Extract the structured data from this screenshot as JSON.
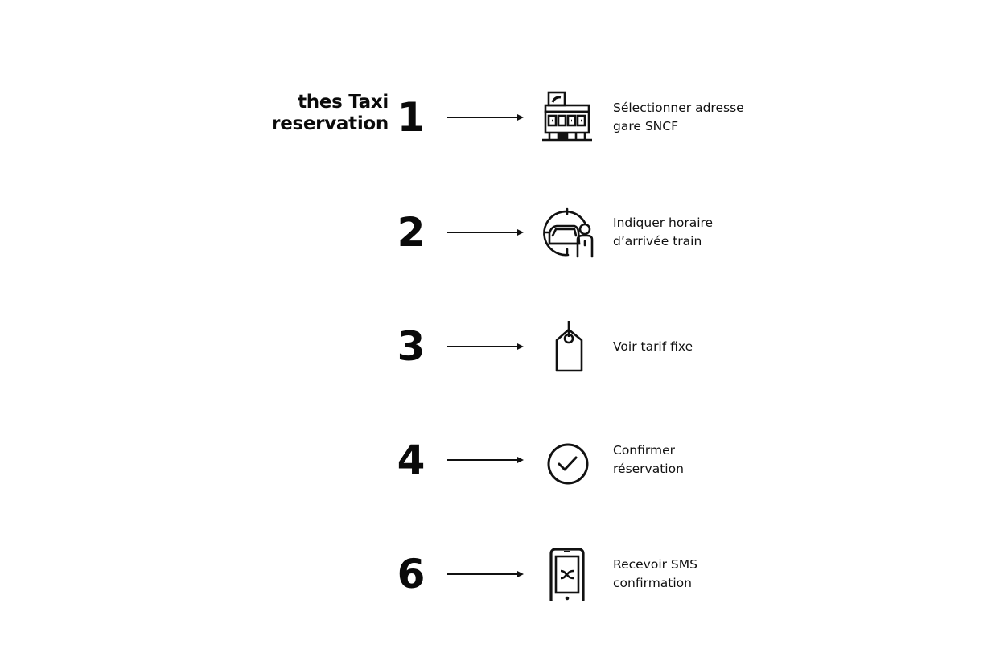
{
  "title": {
    "line1": "thes Taxi",
    "line2": "reservation"
  },
  "colors": {
    "background": "#ffffff",
    "ink": "#0a0a0a"
  },
  "steps": [
    {
      "number": "1",
      "icon": "train-station-building-icon",
      "label_line1": "Sélectionner adresse",
      "label_line2": "gare SNCF"
    },
    {
      "number": "2",
      "icon": "clock-car-driver-icon",
      "label_line1": "Indiquer horaire",
      "label_line2": "d’arrivée train"
    },
    {
      "number": "3",
      "icon": "price-tag-icon",
      "label_line1": "Voir tarif fixe",
      "label_line2": ""
    },
    {
      "number": "4",
      "icon": "check-circle-icon",
      "label_line1": "Confirmer",
      "label_line2": "réservation"
    },
    {
      "number": "6",
      "icon": "smartphone-sms-icon",
      "label_line1": "Recevoir SMS",
      "label_line2": "confirmation"
    }
  ]
}
